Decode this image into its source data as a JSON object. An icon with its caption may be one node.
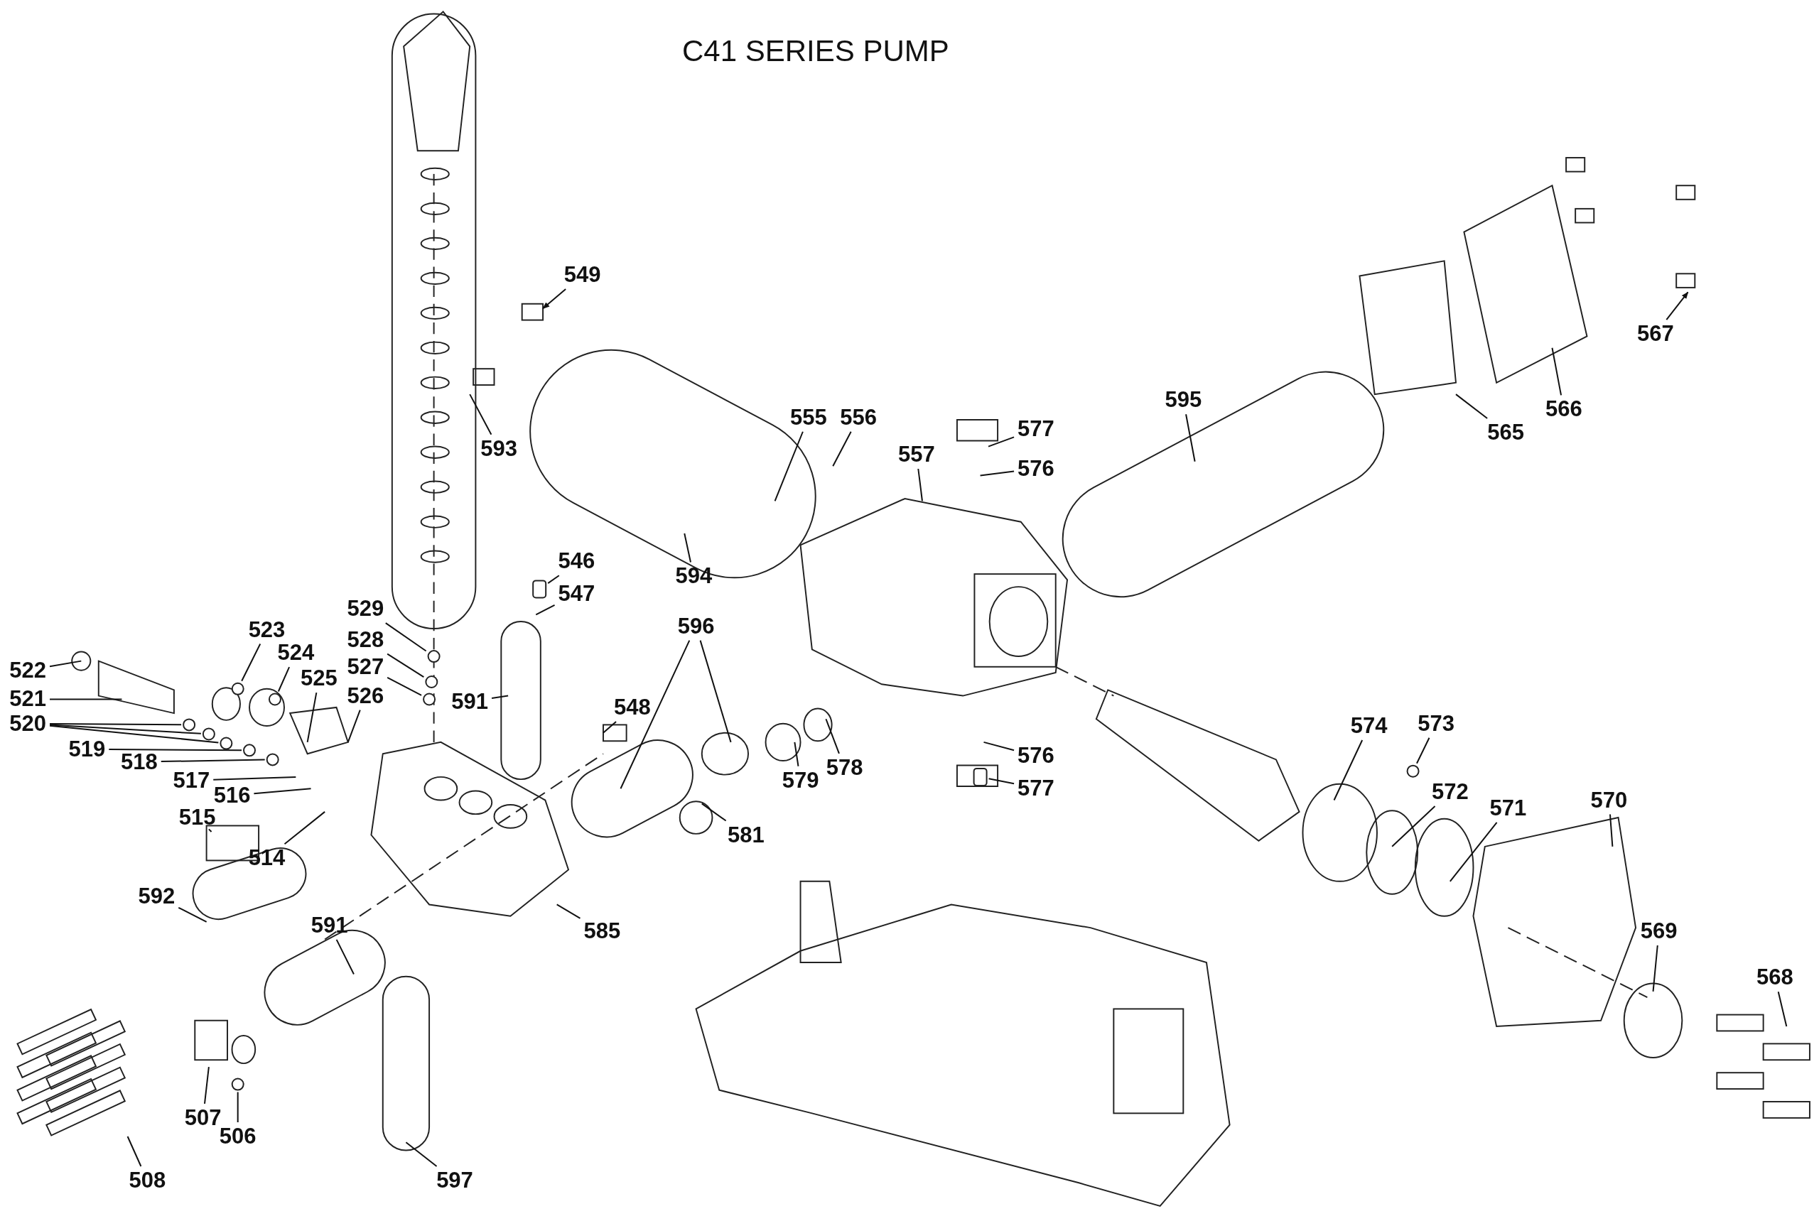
{
  "diagram": {
    "title": "C41 SERIES PUMP",
    "nodes": [
      {
        "text": [
          "549"
        ]
      },
      {
        "text": [
          "567"
        ]
      },
      {
        "text": [
          "595"
        ]
      },
      {
        "text": [
          "565"
        ]
      },
      {
        "text": [
          "566"
        ]
      },
      {
        "text": [
          "555"
        ]
      },
      {
        "text": [
          "556"
        ]
      },
      {
        "text": [
          "557"
        ]
      },
      {
        "text": [
          "577"
        ]
      },
      {
        "text": [
          "576"
        ]
      },
      {
        "text": [
          "593"
        ]
      },
      {
        "text": [
          "594"
        ]
      },
      {
        "text": [
          "546"
        ]
      },
      {
        "text": [
          "547"
        ]
      },
      {
        "text": [
          "529"
        ]
      },
      {
        "text": [
          "528"
        ]
      },
      {
        "text": [
          "527"
        ]
      },
      {
        "text": [
          "523"
        ]
      },
      {
        "text": [
          "524"
        ]
      },
      {
        "text": [
          "525"
        ]
      },
      {
        "text": [
          "526"
        ]
      },
      {
        "text": [
          "591"
        ]
      },
      {
        "text": [
          "522"
        ]
      },
      {
        "text": [
          "521"
        ]
      },
      {
        "text": [
          "520"
        ]
      },
      {
        "text": [
          "519"
        ]
      },
      {
        "text": [
          "518"
        ]
      },
      {
        "text": [
          "517"
        ]
      },
      {
        "text": [
          "516"
        ]
      },
      {
        "text": [
          "515"
        ]
      },
      {
        "text": [
          "514"
        ]
      },
      {
        "text": [
          "548"
        ]
      },
      {
        "text": [
          "596"
        ]
      },
      {
        "text": [
          "579"
        ]
      },
      {
        "text": [
          "578"
        ]
      },
      {
        "text": [
          "581"
        ]
      },
      {
        "text": [
          "576"
        ]
      },
      {
        "text": [
          "577"
        ]
      },
      {
        "text": [
          "574"
        ]
      },
      {
        "text": [
          "573"
        ]
      },
      {
        "text": [
          "572"
        ]
      },
      {
        "text": [
          "571"
        ]
      },
      {
        "text": [
          "570"
        ]
      },
      {
        "text": [
          "592"
        ]
      },
      {
        "text": [
          "585"
        ]
      },
      {
        "text": [
          "591"
        ]
      },
      {
        "text": [
          "569"
        ]
      },
      {
        "text": [
          "568"
        ]
      },
      {
        "text": [
          "507"
        ]
      },
      {
        "text": [
          "506"
        ]
      },
      {
        "text": [
          "508"
        ]
      },
      {
        "text": [
          "597"
        ]
      },
      {
        "text": [],
        "shape": "cylinder"
      },
      {
        "text": [],
        "shape": "circle"
      },
      {
        "text": [],
        "shape": "circle"
      },
      {
        "text": [],
        "shape": "circle"
      },
      {
        "text": [],
        "shape": "circle"
      },
      {
        "text": [],
        "shape": "circle"
      },
      {
        "text": [],
        "shape": "circle"
      },
      {
        "text": [],
        "shape": "circle"
      },
      {
        "text": [],
        "shape": "cylinder"
      },
      {
        "text": [],
        "shape": "circle"
      },
      {
        "text": [],
        "shape": "circle"
      },
      {
        "text": [],
        "shape": "circle"
      },
      {
        "text": [],
        "shape": "circle"
      },
      {
        "text": [],
        "shape": "circle"
      }
    ],
    "edges": [
      {
        "from": 0,
        "to": null,
        "arrow": "to"
      },
      {
        "from": 1,
        "to": null,
        "arrow": "to"
      },
      {
        "from": 2,
        "to": null,
        "arrow": "none"
      },
      {
        "from": 3,
        "to": null,
        "arrow": "none"
      },
      {
        "from": 4,
        "to": null,
        "arrow": "none"
      },
      {
        "from": 5,
        "to": null,
        "arrow": "none"
      },
      {
        "from": 6,
        "to": null,
        "arrow": "none"
      },
      {
        "from": 7,
        "to": null,
        "arrow": "none"
      },
      {
        "from": 8,
        "to": null,
        "arrow": "none"
      },
      {
        "from": 9,
        "to": null,
        "arrow": "none"
      },
      {
        "from": 10,
        "to": null,
        "arrow": "none"
      },
      {
        "from": 11,
        "to": null,
        "arrow": "none"
      },
      {
        "from": 12,
        "to": 52,
        "arrow": "none"
      },
      {
        "from": 13,
        "to": null,
        "arrow": "none"
      },
      {
        "from": 14,
        "to": 63,
        "arrow": "none"
      },
      {
        "from": 15,
        "to": 53,
        "arrow": "none"
      },
      {
        "from": 16,
        "to": 54,
        "arrow": "none"
      },
      {
        "from": 17,
        "to": 64,
        "arrow": "none"
      },
      {
        "from": 18,
        "to": 55,
        "arrow": "none"
      },
      {
        "from": 19,
        "to": null,
        "arrow": "none"
      },
      {
        "from": 20,
        "to": null,
        "arrow": "none"
      },
      {
        "from": 21,
        "to": null,
        "arrow": "none"
      },
      {
        "from": 22,
        "to": null,
        "arrow": "none"
      },
      {
        "from": 23,
        "to": null,
        "arrow": "none"
      },
      {
        "from": 24,
        "to": 65,
        "arrow": "none"
      },
      {
        "from": 24,
        "to": 56,
        "arrow": "none"
      },
      {
        "from": 24,
        "to": 57,
        "arrow": "none"
      },
      {
        "from": 25,
        "to": 58,
        "arrow": "none"
      },
      {
        "from": 26,
        "to": 59,
        "arrow": "none"
      },
      {
        "from": 27,
        "to": null,
        "arrow": "none"
      },
      {
        "from": 28,
        "to": null,
        "arrow": "none"
      },
      {
        "from": 29,
        "to": null,
        "arrow": "none"
      },
      {
        "from": 30,
        "to": null,
        "arrow": "none"
      },
      {
        "from": 31,
        "to": null,
        "arrow": "none"
      },
      {
        "from": 32,
        "to": null,
        "arrow": "none"
      },
      {
        "from": 32,
        "to": null,
        "arrow": "none"
      },
      {
        "from": 33,
        "to": null,
        "arrow": "none"
      },
      {
        "from": 34,
        "to": null,
        "arrow": "none"
      },
      {
        "from": 35,
        "to": null,
        "arrow": "none"
      },
      {
        "from": 36,
        "to": null,
        "arrow": "none"
      },
      {
        "from": 37,
        "to": 60,
        "arrow": "none"
      },
      {
        "from": 38,
        "to": null,
        "arrow": "none"
      },
      {
        "from": 39,
        "to": 61,
        "arrow": "none"
      },
      {
        "from": 40,
        "to": null,
        "arrow": "none"
      },
      {
        "from": 41,
        "to": null,
        "arrow": "none"
      },
      {
        "from": 42,
        "to": null,
        "arrow": "none"
      },
      {
        "from": 43,
        "to": null,
        "arrow": "none"
      },
      {
        "from": 44,
        "to": null,
        "arrow": "none"
      },
      {
        "from": 45,
        "to": null,
        "arrow": "none"
      },
      {
        "from": 46,
        "to": null,
        "arrow": "none"
      },
      {
        "from": 47,
        "to": null,
        "arrow": "none"
      },
      {
        "from": 48,
        "to": null,
        "arrow": "none"
      },
      {
        "from": 49,
        "to": 62,
        "arrow": "none"
      },
      {
        "from": 50,
        "to": null,
        "arrow": "none"
      },
      {
        "from": 51,
        "to": null,
        "arrow": "none"
      }
    ]
  }
}
